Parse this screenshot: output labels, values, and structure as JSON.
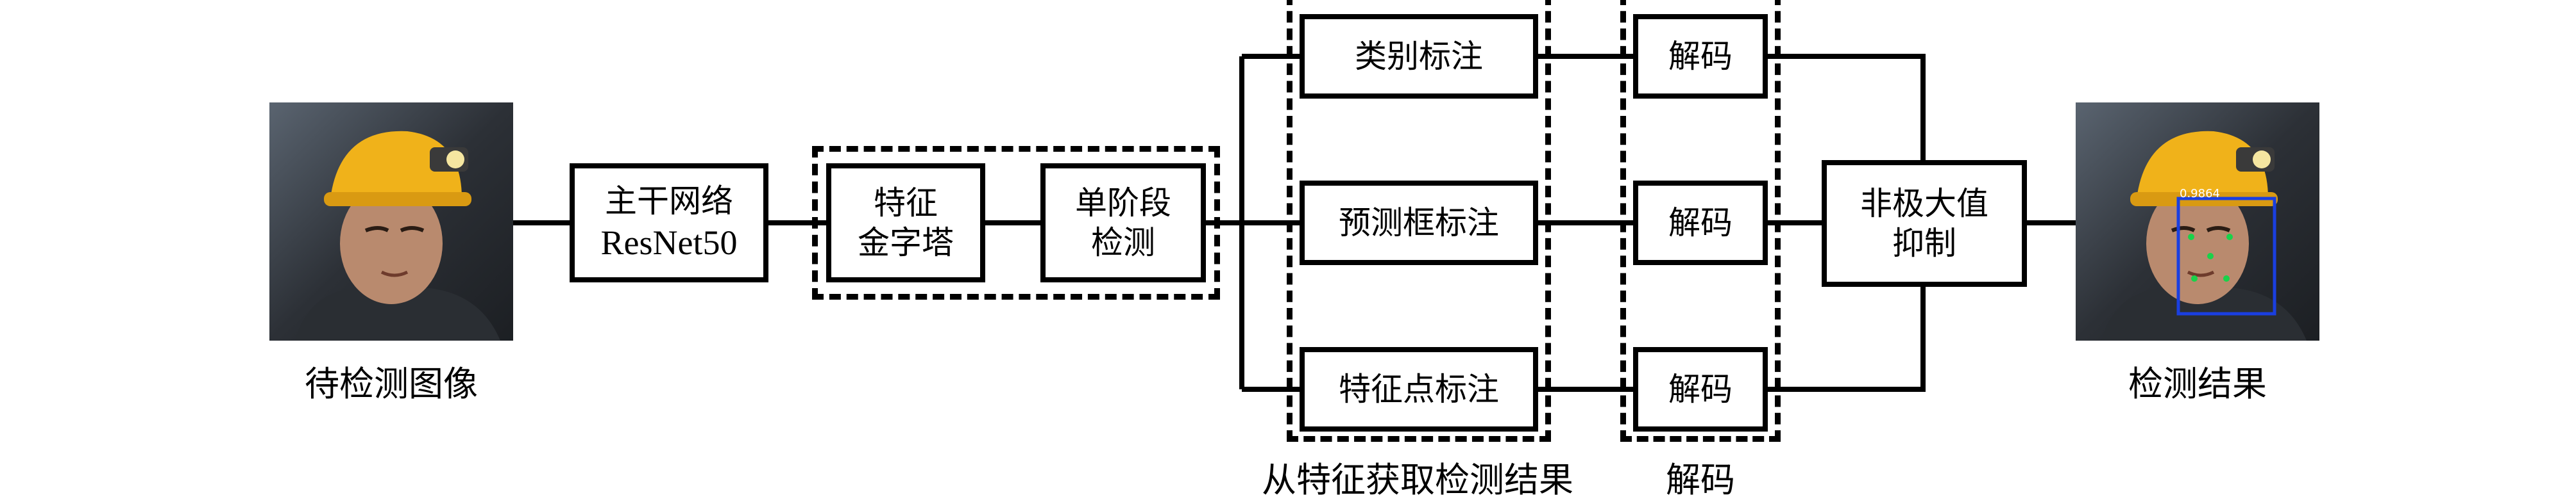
{
  "input_caption": "待检测图像",
  "output_caption": "检测结果",
  "nodes": {
    "backbone": {
      "line1": "主干网络",
      "line2": "ResNet50"
    },
    "fpn": {
      "line1": "特征",
      "line2": "金字塔"
    },
    "single_stage": {
      "line1": "单阶段",
      "line2": "检测"
    },
    "class_label": "类别标注",
    "bbox_label": "预测框标注",
    "keypoint_label": "特征点标注",
    "decode_label": "解码",
    "nms": {
      "line1": "非极大值",
      "line2": "抑制"
    }
  },
  "groups": {
    "extract_caption": "从特征获取检测结果",
    "decode_caption": "解码"
  },
  "detection_score": "0.9864",
  "colors": {
    "detection_box": "#1a3fe0",
    "landmark": "#19d24a",
    "helmet": "#f0b21a"
  }
}
